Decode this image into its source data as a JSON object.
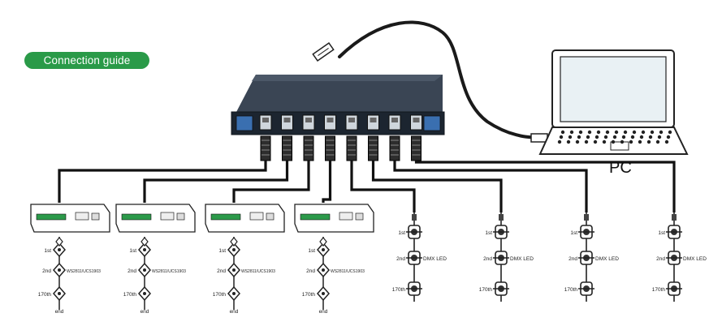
{
  "header": {
    "badge_label": "Connection guide"
  },
  "pc": {
    "label": "PC"
  },
  "controller": {
    "port_count": 8
  },
  "spi_decoders": [
    {
      "chain": {
        "first": "1st",
        "second": "2nd",
        "chip": "WS2811/UCS1903",
        "last": "170th",
        "end": "end"
      }
    },
    {
      "chain": {
        "first": "1st",
        "second": "2nd",
        "chip": "WS2811/UCS1903",
        "last": "170th",
        "end": "end"
      }
    },
    {
      "chain": {
        "first": "1st",
        "second": "2nd",
        "chip": "WS2811/UCS1903",
        "last": "170th",
        "end": "end"
      }
    },
    {
      "chain": {
        "first": "1st",
        "second": "2nd",
        "chip": "WS2811/UCS1903",
        "last": "170th",
        "end": "end"
      }
    }
  ],
  "dmx_chains": [
    {
      "first": "1st",
      "second": "2nd",
      "type": "DMX LED",
      "last": "170th"
    },
    {
      "first": "1st",
      "second": "2nd",
      "type": "DMX LED",
      "last": "170th"
    },
    {
      "first": "1st",
      "second": "2nd",
      "type": "DMX LED",
      "last": "170th"
    },
    {
      "first": "1st",
      "second": "2nd",
      "type": "DMX LED",
      "last": "170th"
    }
  ],
  "colors": {
    "badge": "#2a9a48",
    "controller_body": "#2b3440",
    "controller_face": "#1c2530",
    "cable": "#1a1a1a",
    "screen": "#e9f1f4"
  }
}
